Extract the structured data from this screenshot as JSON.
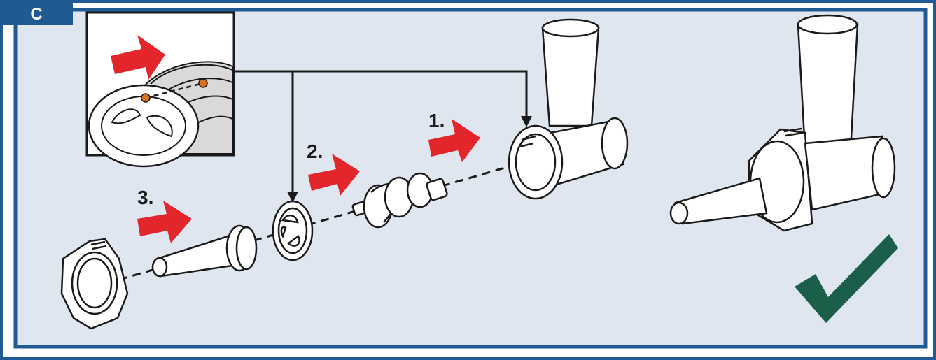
{
  "panel": {
    "letter": "C"
  },
  "steps": [
    {
      "label": "1."
    },
    {
      "label": "2."
    },
    {
      "label": "3."
    }
  ],
  "colors": {
    "frame": "#1f5a93",
    "background": "#dfe6f0",
    "arrow": "#e3262b",
    "check": "#1b5e4a",
    "line": "#1a1a1a",
    "part_fill": "#ffffff",
    "inset_shade": "#d9d9d9",
    "marker": "#d9721a"
  },
  "icons": [
    "assembly-arrow-icon",
    "checkmark-icon",
    "alignment-marker-icon"
  ]
}
